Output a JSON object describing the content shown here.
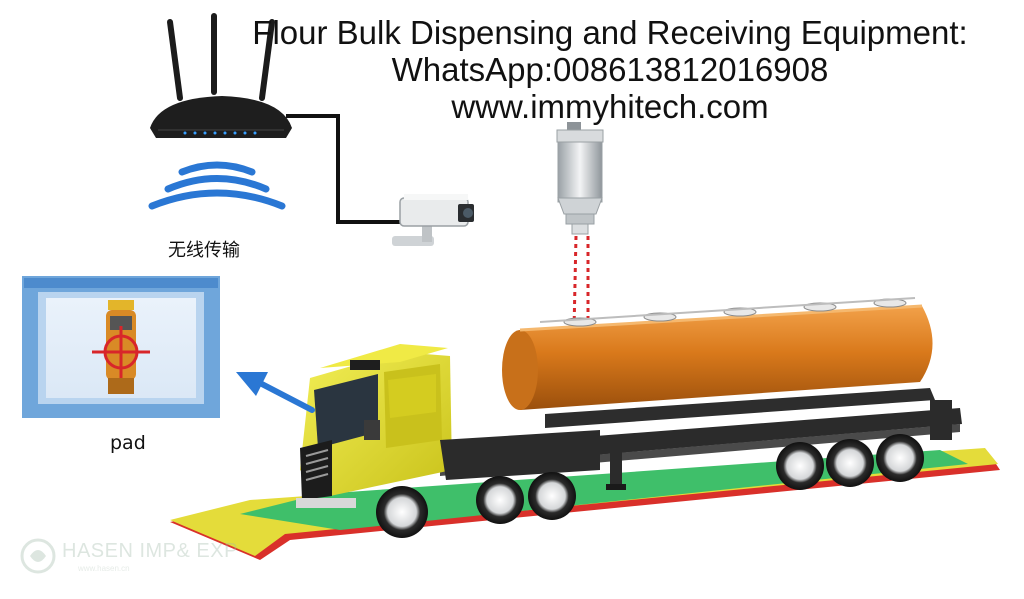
{
  "title_lines": [
    "Flour Bulk Dispensing and Receiving Equipment:",
    "WhatsApp:008613812016908",
    "www.immyhitech.com"
  ],
  "labels": {
    "wireless": "无线传输",
    "pad": "pad"
  },
  "watermark": {
    "company": "HASEN IMP& EXP",
    "sub": "www.hasen.cn"
  },
  "colors": {
    "wave_blue": "#2a77d4",
    "tanker_orange": "#d9791b",
    "cab_yellow": "#e3dd2e",
    "scale_green": "#3fbf6a",
    "scale_yellow": "#e4dc3a",
    "scale_red": "#d9302a",
    "laser_red": "#d8262a",
    "pad_frame": "#6fa6db"
  }
}
